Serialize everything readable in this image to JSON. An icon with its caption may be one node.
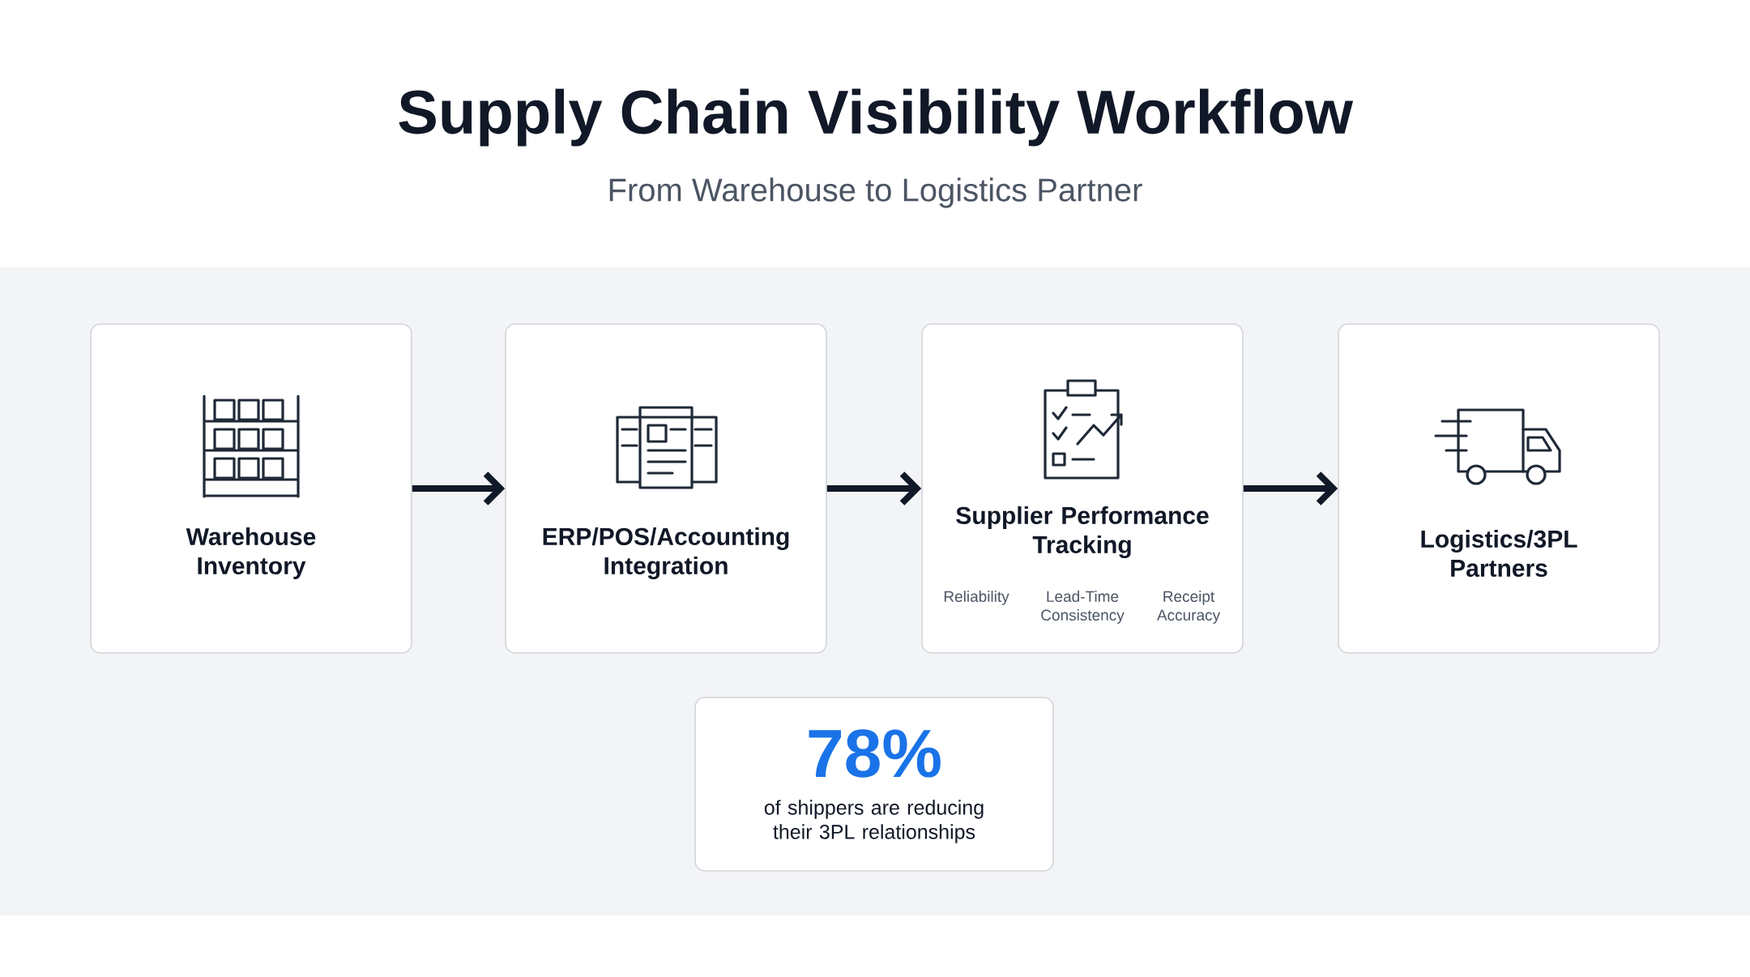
{
  "diagram": {
    "title": "Supply Chain Visibility Workflow",
    "caption": "From Warehouse to Logistics Partner",
    "nodes": [
      {
        "text": [
          "Warehouse Inventory"
        ]
      },
      {
        "text": [
          "ERP/POS/Accounting Integration"
        ]
      },
      {
        "text": [
          "Supplier Performance Tracking",
          "Reliability",
          "Lead-Time Consistency",
          "Receipt Accuracy"
        ]
      },
      {
        "text": [
          "Logistics/3PL Partners"
        ]
      },
      {
        "text": [
          "78%",
          "of shippers are reducing their 3PL relationships"
        ]
      }
    ],
    "edges": [
      {
        "from": 0,
        "to": 1,
        "arrow": "to"
      },
      {
        "from": 1,
        "to": 2,
        "arrow": "to"
      },
      {
        "from": 2,
        "to": 3,
        "arrow": "to"
      }
    ]
  }
}
